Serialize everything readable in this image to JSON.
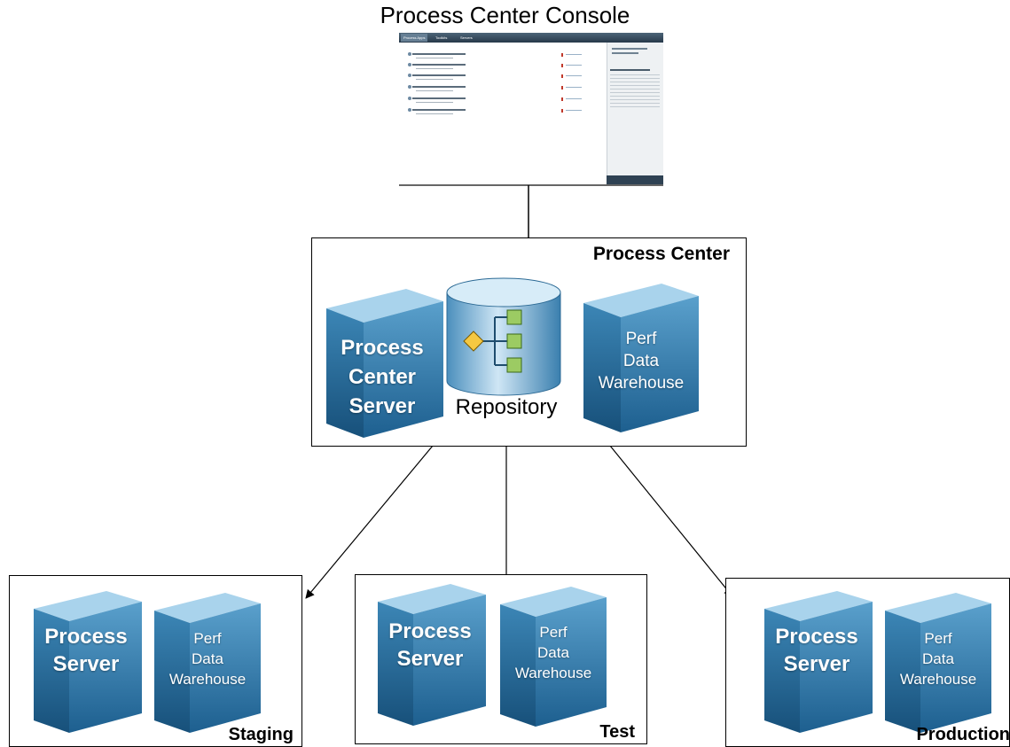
{
  "console": {
    "title": "Process Center Console",
    "tabs": [
      "Process Apps",
      "Toolkits",
      "Servers"
    ]
  },
  "process_center": {
    "label": "Process Center",
    "server_label": [
      "Process",
      "Center",
      "Server"
    ],
    "repository_label": "Repository",
    "warehouse_label": [
      "Perf",
      "Data",
      "Warehouse"
    ]
  },
  "environments": [
    {
      "label": "Staging",
      "server_label": [
        "Process",
        "Server"
      ],
      "warehouse_label": [
        "Perf",
        "Data",
        "Warehouse"
      ]
    },
    {
      "label": "Test",
      "server_label": [
        "Process",
        "Server"
      ],
      "warehouse_label": [
        "Perf",
        "Data",
        "Warehouse"
      ]
    },
    {
      "label": "Production",
      "server_label": [
        "Process",
        "Server"
      ],
      "warehouse_label": [
        "Perf",
        "Data",
        "Warehouse"
      ]
    }
  ],
  "colors": {
    "cube_front_light": "#5aa0cc",
    "cube_front_dark": "#1d5f8f",
    "cube_top": "#a9d3ec",
    "cube_side": "#2f77a8",
    "diamond": "#f5c842",
    "square": "#9ccb63"
  }
}
